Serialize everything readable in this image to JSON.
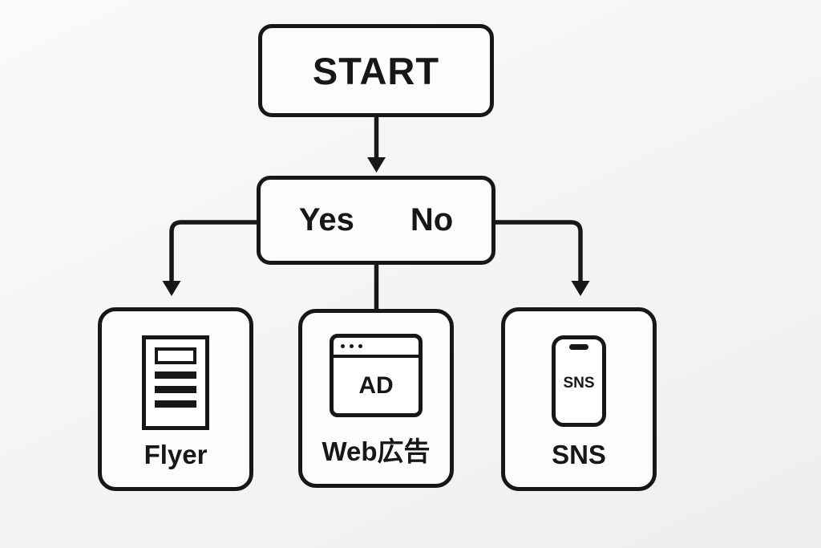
{
  "canvas": {
    "background": "#f5f4f2",
    "line_color": "#171717",
    "node_fill": "#fdfcfb"
  },
  "flowchart": {
    "start": {
      "label": "START"
    },
    "decision": {
      "yes_label": "Yes",
      "no_label": "No"
    },
    "branches": [
      {
        "id": "flyer",
        "label": "Flyer",
        "icon": "document-icon"
      },
      {
        "id": "web-ad",
        "label": "Web広告",
        "icon": "browser-window-icon",
        "icon_text": "AD"
      },
      {
        "id": "sns",
        "label": "SNS",
        "icon": "smartphone-icon",
        "icon_text": "SNS"
      }
    ]
  }
}
